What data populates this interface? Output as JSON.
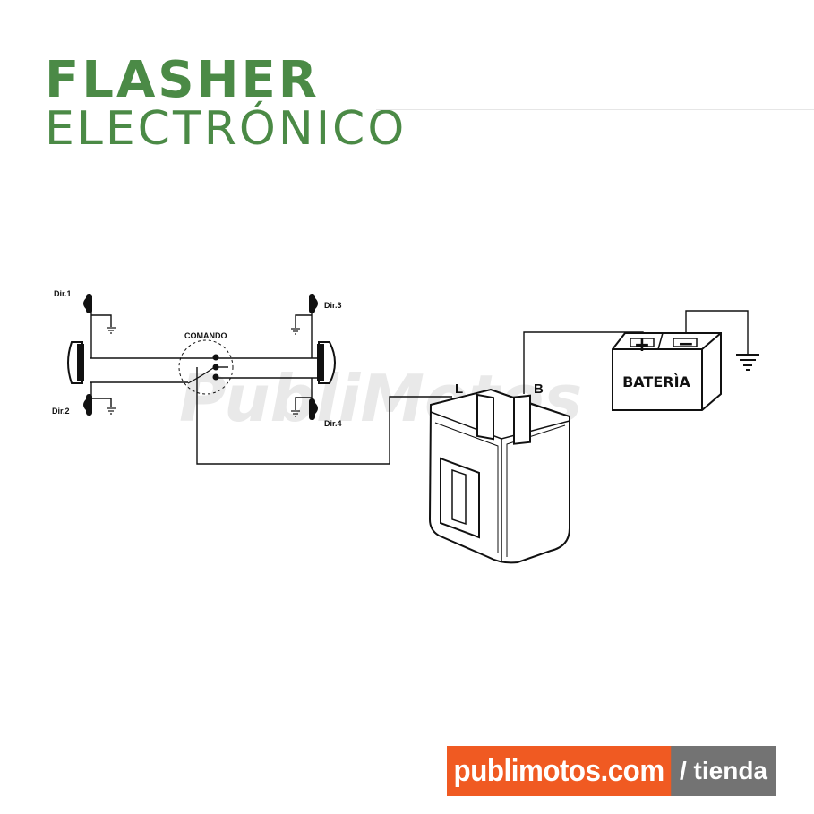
{
  "title": {
    "line1": "FLASHER",
    "line2": "ELECTRÓNICO"
  },
  "watermark": "PubliMotos",
  "diagram": {
    "lamps": {
      "dir1": "Dir.1",
      "dir2": "Dir.2",
      "dir3": "Dir.3",
      "dir4": "Dir.4"
    },
    "switch_label": "COMANDO",
    "flasher_terminals": {
      "L": "L",
      "B": "B"
    },
    "battery": {
      "label": "BATERÌA",
      "plus": "+",
      "minus": "−"
    }
  },
  "footer": {
    "site": "publimotos.com",
    "section": "/ tienda"
  },
  "colors": {
    "title_green": "#4b8a46",
    "footer_orange": "#f05a22",
    "footer_gray": "#737373"
  }
}
